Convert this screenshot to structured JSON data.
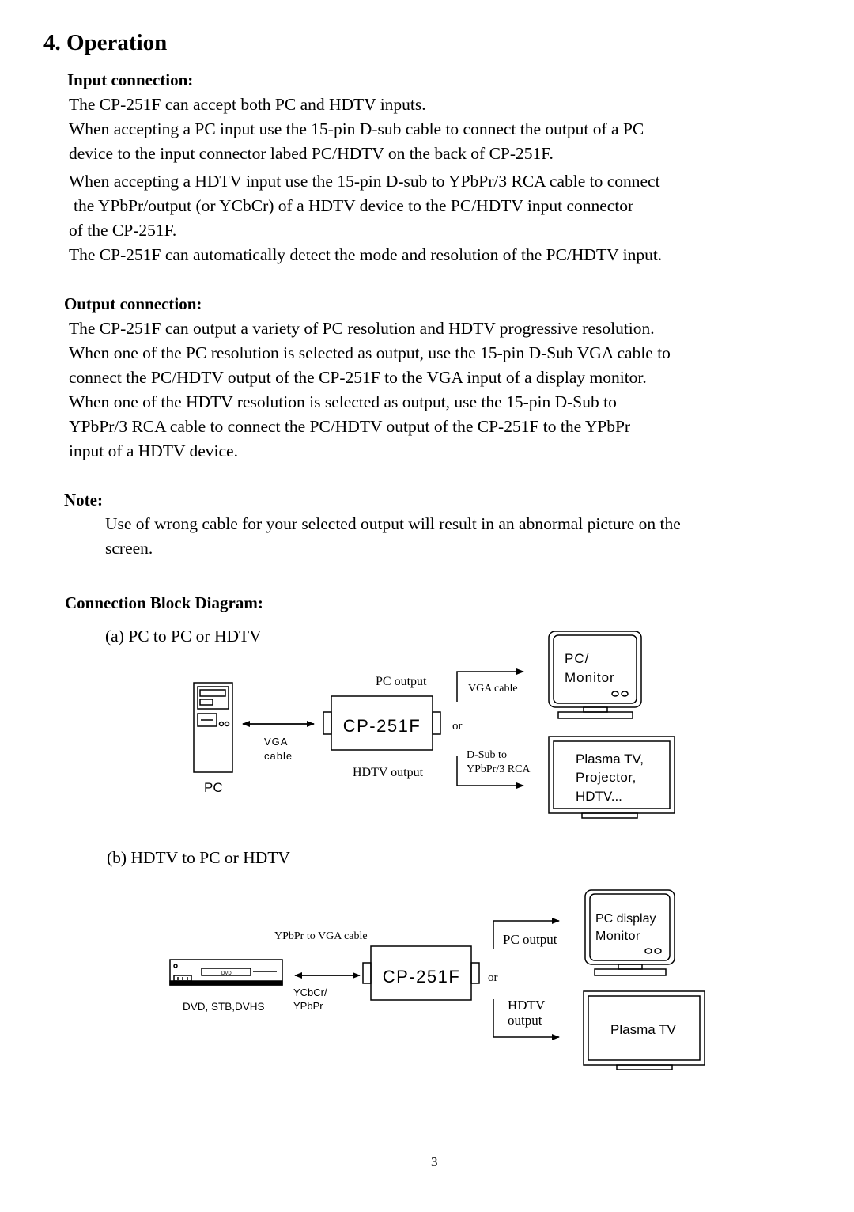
{
  "page": {
    "title": "4. Operation",
    "page_number": "3"
  },
  "input_section": {
    "heading": "Input connection:",
    "lines": [
      "The CP-251F can accept both PC and HDTV inputs.",
      "When accepting a PC input use the 15-pin D-sub cable to connect the output of a PC",
      "device to the input connector labed PC/HDTV on the back of CP-251F.",
      "When accepting a HDTV input use the 15-pin D-sub to YPbPr/3 RCA cable to connect",
      "the YPbPr/output (or YCbCr) of a HDTV device to the PC/HDTV input connector",
      "of  the CP-251F.",
      "The CP-251F can automatically detect the mode and resolution of the PC/HDTV input."
    ]
  },
  "output_section": {
    "heading": "Output connection:",
    "lines": [
      "The CP-251F can output a variety of PC resolution and HDTV progressive resolution.",
      "When one of the PC resolution is selected as output, use the 15-pin D-Sub VGA cable to",
      "connect the PC/HDTV output of the CP-251F to the VGA input of a display monitor.",
      "When one of the HDTV resolution is selected as output, use the 15-pin D-Sub to",
      "YPbPr/3 RCA cable to connect the PC/HDTV output of  the CP-251F to the YPbPr",
      "input of a HDTV device."
    ]
  },
  "note_section": {
    "heading": "Note:",
    "lines": [
      "Use of wrong cable for your selected output will result in an abnormal picture on the",
      "screen."
    ]
  },
  "diagram": {
    "heading": "Connection Block Diagram:",
    "a": {
      "caption": "(a) PC to PC or HDTV",
      "source_label": "PC",
      "cable_label_1": "VGA",
      "cable_label_2": "cable",
      "device": "CP-251F",
      "pc_output": "PC output",
      "hdtv_output": "HDTV output",
      "vga_cable": "VGA cable",
      "or": "or",
      "dsub_1": "D-Sub to",
      "dsub_2": "YPbPr/3 RCA",
      "monitor_1": "PC/",
      "monitor_2": "Monitor",
      "tv_1": "Plasma TV,",
      "tv_2": "Projector,",
      "tv_3": "HDTV..."
    },
    "b": {
      "caption": "(b) HDTV to PC or HDTV",
      "source_label": "DVD, STB,DVHS",
      "dvd_badge": "DVD",
      "cable_top": "YPbPr to VGA cable",
      "cable_1": "YCbCr/",
      "cable_2": "YPbPr",
      "device": "CP-251F",
      "pc_output": "PC output",
      "or": "or",
      "hdtv_1": "HDTV",
      "hdtv_2": "output",
      "monitor_1": "PC display",
      "monitor_2": "Monitor",
      "tv": "Plasma TV"
    }
  }
}
